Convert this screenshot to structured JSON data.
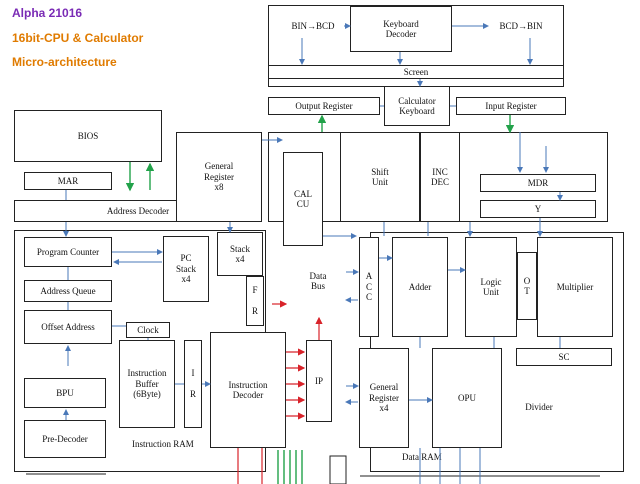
{
  "header": {
    "line1": "Alpha 21016",
    "line2": "16bit-CPU & Calculator",
    "line3": "Micro-architecture",
    "color1": "#7a2bb5",
    "color2": "#e07b00"
  },
  "colors": {
    "wire_blue": "#4a78b8",
    "wire_green": "#22a24a",
    "wire_red": "#d8232a",
    "border": "#222222"
  },
  "blocks": {
    "bin_bcd": "BIN→BCD",
    "keyboard_decoder": "Keyboard\nDecoder",
    "bcd_bin": "BCD→BIN",
    "screen": "Screen",
    "output_register": "Output Register",
    "calculator_keyboard": "Calculator\nKeyboard",
    "input_register": "Input Register",
    "bios": "BIOS",
    "mar": "MAR",
    "address_decoder": "Address Decoder",
    "general_register_x8": "General\nRegister\nx8",
    "cal_cu": "CAL\nCU",
    "shift_unit": "Shift\nUnit",
    "inc_dec": "INC\nDEC",
    "mdr": "MDR",
    "y": "Y",
    "program_counter": "Program Counter",
    "pc_stack": "PC\nStack\nx4",
    "stack_x4": "Stack\nx4",
    "fr": "F\n\nR",
    "data_bus": "Data\nBus",
    "acc": "A\nC\nC",
    "adder": "Adder",
    "logic_unit": "Logic\nUnit",
    "ot": "O\nT",
    "multiplier": "Multiplier",
    "address_queue": "Address Queue",
    "offset_address": "Offset Address",
    "clock": "Clock",
    "sc": "SC",
    "instruction_buffer": "Instruction\nBuffer\n(6Byte)",
    "ir": "I\n\nR",
    "instruction_decoder": "Instruction\nDecoder",
    "ip": "IP",
    "general_register_x4": "General\nRegister\nx4",
    "opu": "OPU",
    "divider": "Divider",
    "bpu": "BPU",
    "pre_decoder": "Pre-Decoder",
    "instruction_ram": "Instruction RAM",
    "data_ram": "Data RAM"
  }
}
